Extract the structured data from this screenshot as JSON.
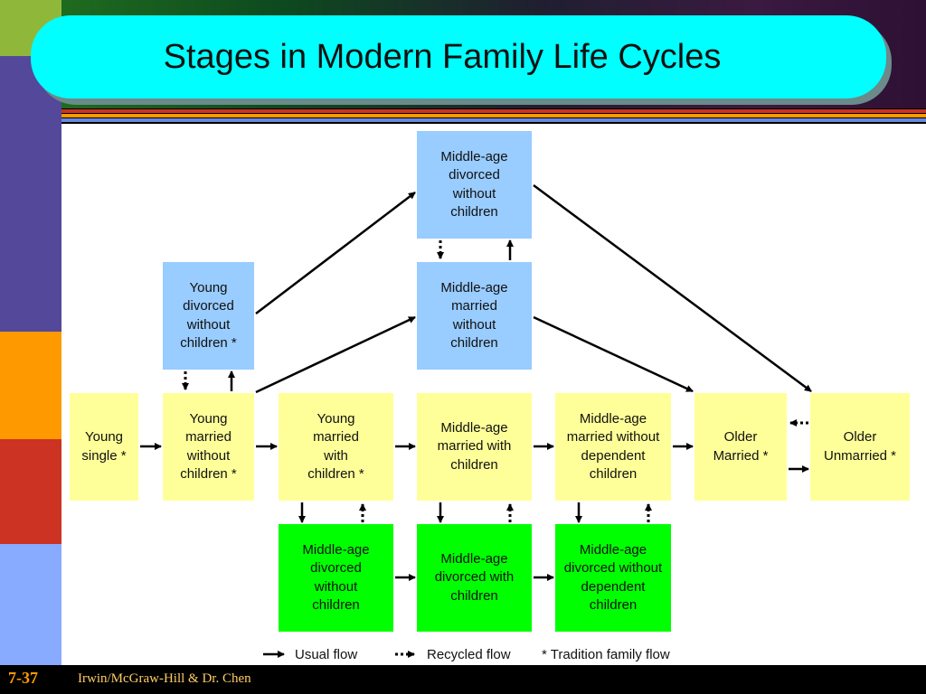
{
  "title": "Stages in Modern Family Life Cycles",
  "nodes": {
    "young_single": "Young single *",
    "young_married_no_children": "Young married without children *",
    "young_divorced_no_children": "Young divorced without children *",
    "young_married_with_children": "Young married with children *",
    "midage_married_with_children": "Middle-age married with children",
    "midage_married_no_dependent": "Middle-age married without dependent children",
    "older_married": "Older Married *",
    "older_unmarried": "Older Unmarried *",
    "midage_divorced_no_children_top": "Middle-age divorced without children",
    "midage_married_no_children": "Middle-age married without children",
    "midage_divorced_no_children_bottom": "Middle-age divorced without children",
    "midage_divorced_with_children": "Middle-age divorced with children",
    "midage_divorced_no_dependent": "Middle-age divorced without dependent children"
  },
  "legend": {
    "usual": "Usual flow",
    "recycled": "Recycled flow",
    "tradition": "* Tradition family flow"
  },
  "footer": {
    "slide_number": "7-37",
    "credit": "Irwin/McGraw-Hill & Dr. Chen"
  },
  "colors": {
    "title_bg": "#00ffff",
    "traditional_node": "#ffff99",
    "married_node": "#99ccff",
    "divorced_node": "#00ff00",
    "slide_number": "#ff9900"
  }
}
